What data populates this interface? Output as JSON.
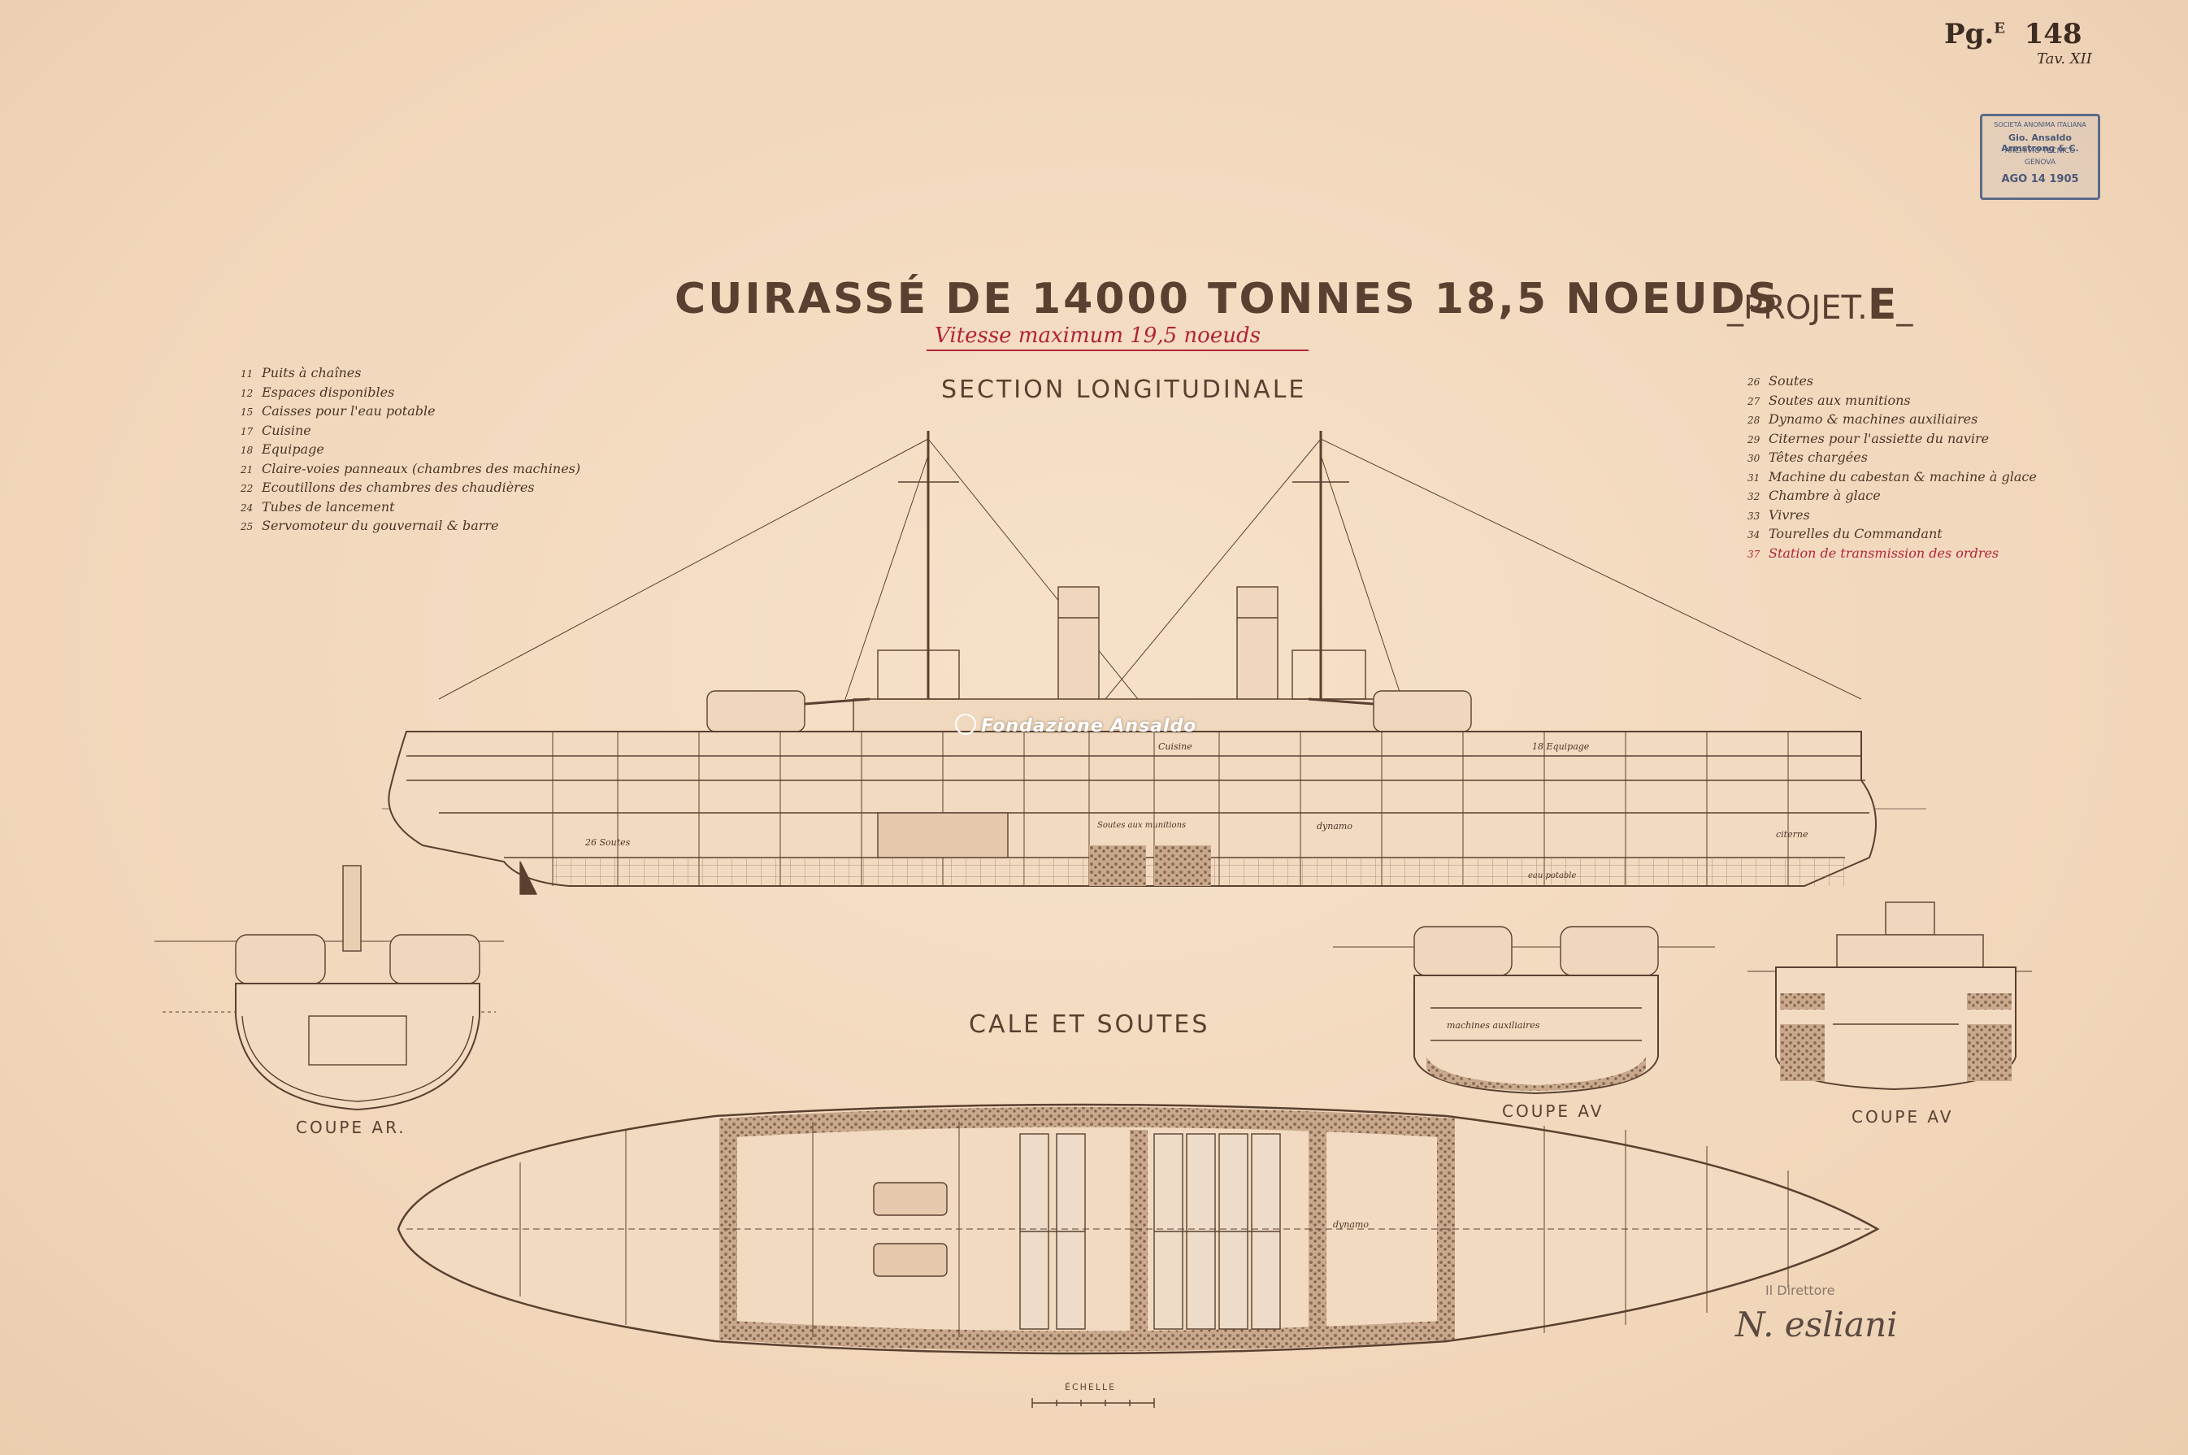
{
  "sheet": {
    "pg_label": "Pg.",
    "pg_sup": "E",
    "pg_number": "148",
    "tav": "Tav. XII"
  },
  "stamp": {
    "line1": "SOCIETÀ ANONIMA ITALIANA",
    "line2": "Gio. Ansaldo Armstrong & C.",
    "line3": "ARCHIVIO TECNICO",
    "line4": "GENOVA",
    "date": "AGO 14 1905"
  },
  "title": {
    "main": "CUIRASSÉ DE 14000 TONNES 18,5 NOEUDS",
    "speed_note": "Vitesse maximum 19,5 noeuds",
    "project_dash": "_PROJET.",
    "project_letter": "E",
    "project_trailing": "_"
  },
  "section_longitudinale": "SECTION LONGITUDINALE",
  "cale_et_soutes": "CALE ET SOUTES",
  "coupe_ar": "COUPE AR.",
  "coupe_av_1": "COUPE AV",
  "coupe_av_2": "COUPE AV",
  "watermark": "Fondazione Ansaldo",
  "legend_left": [
    {
      "num": "11",
      "text": "Puits à chaînes"
    },
    {
      "num": "12",
      "text": "Espaces disponibles"
    },
    {
      "num": "15",
      "text": "Caisses pour l'eau potable"
    },
    {
      "num": "17",
      "text": "Cuisine"
    },
    {
      "num": "18",
      "text": "Equipage"
    },
    {
      "num": "21",
      "text": "Claire-voies panneaux (chambres des machines)"
    },
    {
      "num": "22",
      "text": "Ecoutillons des chambres des chaudières"
    },
    {
      "num": "24",
      "text": "Tubes de lancement"
    },
    {
      "num": "25",
      "text": "Servomoteur du gouvernail & barre"
    }
  ],
  "legend_right": [
    {
      "num": "26",
      "text": "Soutes"
    },
    {
      "num": "27",
      "text": "Soutes aux munitions"
    },
    {
      "num": "28",
      "text": "Dynamo & machines auxiliaires"
    },
    {
      "num": "29",
      "text": "Citernes pour l'assiette du navire"
    },
    {
      "num": "30",
      "text": "Têtes chargées"
    },
    {
      "num": "31",
      "text": "Machine du cabestan & machine à glace"
    },
    {
      "num": "32",
      "text": "Chambre à glace"
    },
    {
      "num": "33",
      "text": "Vivres"
    },
    {
      "num": "34",
      "text": "Tourelles du Commandant"
    },
    {
      "num": "37",
      "text": "Station de transmission des ordres",
      "red": true
    }
  ],
  "plan_labels": {
    "soutes": "26 Soutes",
    "soutes_aux_munitions": "Soutes aux munitions",
    "dynamo": "dynamo",
    "machines_auxiliaires": "machines auxiliaires",
    "cuisine": "Cuisine",
    "equipage": "18 Equipage",
    "citerne": "citerne",
    "eau_potable": "eau potable"
  },
  "signature_title": "Il Direttore",
  "signature": "N. esliani",
  "echelle": "ÉCHELLE",
  "colors": {
    "paper": "#f3dcc2",
    "ink": "#4a3526",
    "red_ink": "#b0243a",
    "hatch": "#8b6e58",
    "stamp": "#5b6b88"
  }
}
